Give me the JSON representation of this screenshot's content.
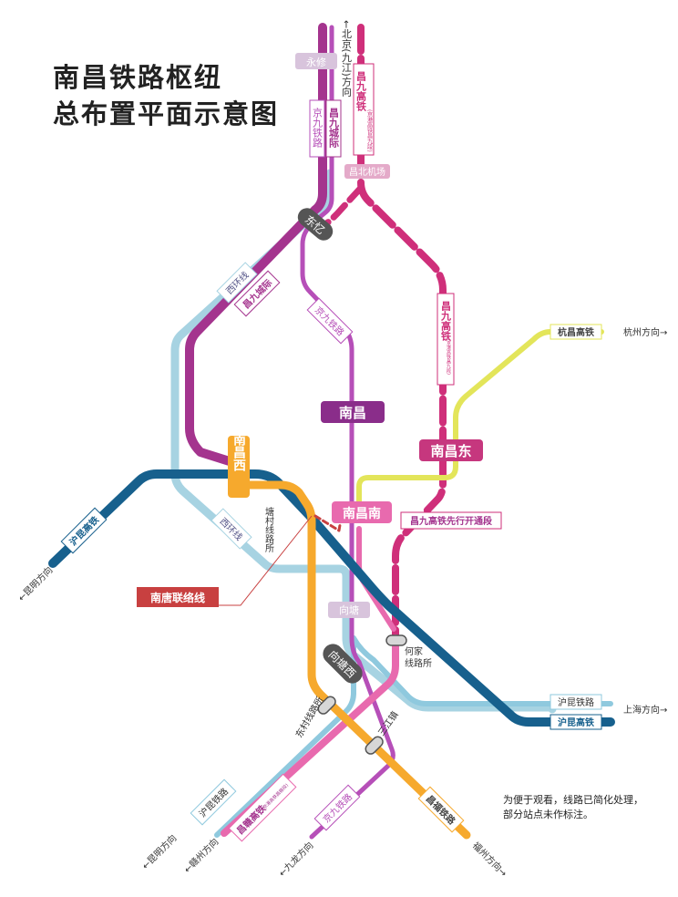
{
  "title": {
    "line1": "南昌铁路枢纽",
    "line2": "总布置平面示意图"
  },
  "note": {
    "line1": "为便于观看，线路已简化处理，",
    "line2": "部分站点未作标注。"
  },
  "colors": {
    "jingjiu": "#b64fb8",
    "changjiu_intercity": "#a4348e",
    "changjiu_hsr": "#cf2f7a",
    "xihuan": "#a7d3e2",
    "hukun_hsr": "#17608d",
    "hukun_railway": "#8fc9de",
    "changfu": "#f6a92d",
    "hangchang": "#e3e55a",
    "changgan": "#e86aae",
    "nantang": "#c84040",
    "station_purple": "#8a2d8a",
    "station_magenta": "#c6377e",
    "station_orange": "#f6a92d"
  },
  "stations": {
    "nanchang": "南昌",
    "nanchangdong": "南昌东",
    "nanchangnan": "南昌南",
    "nanchangxi": "南昌西",
    "dongxiang": "东忆",
    "xiangtangxi": "向塘西"
  },
  "places": {
    "yongxiu": "永修",
    "changbei": "昌北机场",
    "xiangtang": "向塘",
    "hejia": "何家\n线路所",
    "dongcun": "东村\n线路所",
    "sanjiang": "三江镇",
    "tangcun": "塘村线路所"
  },
  "lines": {
    "jingjiu_top": "京九铁路",
    "changjiu_intercity_top": "昌九城际",
    "changjiu_hsr_top": "昌九高铁",
    "changjiu_hsr_top_sub": "(京港高铁昌九段)",
    "changjiu_intercity_mid": "昌九城际",
    "xihuan_upper": "西环线",
    "jingjiu_mid": "京九铁路",
    "changjiu_hsr_mid": "昌九高铁",
    "changjiu_hsr_mid_sub": "(京港高铁昌九段)",
    "hangchang": "杭昌高铁",
    "hukun_hsr_left": "沪昆高铁",
    "xihuan_lower": "西环线",
    "changjiu_first": "昌九高铁先行开通段",
    "nantang": "南唐联络线",
    "hukun_railway_right": "沪昆铁路",
    "hukun_hsr_right": "沪昆高铁",
    "hukun_railway_bottom": "沪昆铁路",
    "changgan": "昌赣高铁",
    "changgan_sub": "(京港高铁昌赣段)",
    "jingjiu_bottom": "京九铁路",
    "changfu": "昌福铁路"
  },
  "directions": {
    "beijing": "←北京(九江)方向",
    "hangzhou": "杭州方向→",
    "kunming_left": "←昆明方向",
    "shanghai": "上海方向→",
    "kunming_bottom": "←昆明方向",
    "ganzhou": "←赣州方向",
    "jiulong": "←九龙方向",
    "fuzhou": "福州方向→"
  }
}
